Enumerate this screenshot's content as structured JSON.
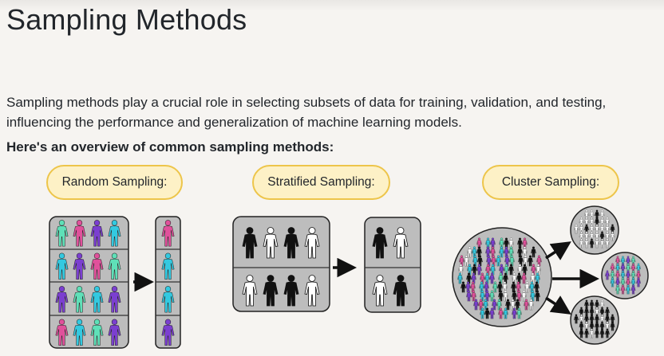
{
  "slide": {
    "title": "Sampling Methods",
    "paragraph": "Sampling methods play a crucial role in selecting subsets of data for training, validation, and testing, influencing the performance and generalization of machine learning models.",
    "overview": "Here's an overview of common sampling methods:"
  },
  "methods": [
    {
      "label": "Random Sampling:"
    },
    {
      "label": "Stratified Sampling:"
    },
    {
      "label": "Cluster Sampling:"
    }
  ],
  "colors": {
    "pill_fill": "#fdf1c6",
    "pill_border": "#edc54a",
    "panel_fill": "#bdbdbd",
    "figure_pink": "#e0519b",
    "figure_cyan": "#33c9e0",
    "figure_purple": "#7b3fd0",
    "figure_teal": "#5fe0b8",
    "figure_black": "#111111",
    "figure_white": "#ffffff"
  },
  "icons": [
    "person-figure-icon",
    "arrow-right-icon"
  ]
}
